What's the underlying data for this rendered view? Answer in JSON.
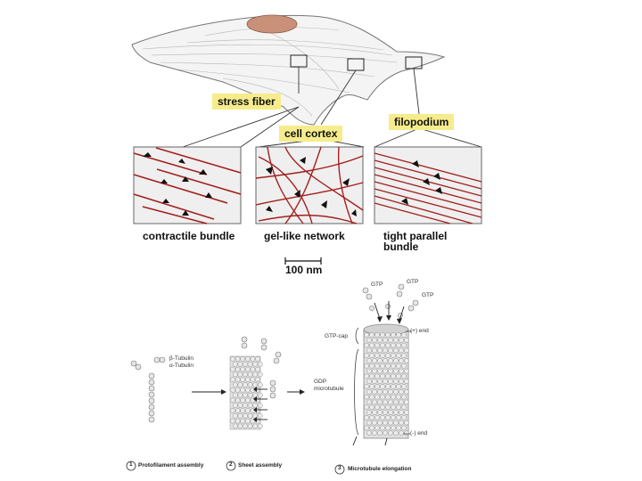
{
  "callouts": {
    "stress_fiber": "stress fiber",
    "cell_cortex": "cell cortex",
    "filopodium": "filopodium"
  },
  "panel_captions": {
    "contractile": "contractile bundle",
    "gel": "gel-like network",
    "parallel_line1": "tight parallel",
    "parallel_line2": "bundle"
  },
  "scale_bar": "100 nm",
  "microtubule": {
    "beta_tubulin": "β-Tubulin",
    "alpha_tubulin": "α-Tubulin",
    "gtp_1": "GTP",
    "gtp_2": "GTP",
    "gtp_3": "GTP",
    "gtp_cap": "GTP-cap",
    "gdp_line1": "GDP",
    "gdp_line2": "microtubule",
    "plus_end": "(+) end",
    "minus_end": "(-) end",
    "step1": "Protofilament assembly",
    "step2": "Sheet assembly",
    "step3": "Microtubule elongation",
    "step1_num": "1",
    "step2_num": "2",
    "step3_num": "3"
  },
  "colors": {
    "filament": "#a3201d",
    "panel_bg": "#efefef",
    "callout_bg": "#f6ec8c",
    "nucleus": "#c9917a"
  }
}
